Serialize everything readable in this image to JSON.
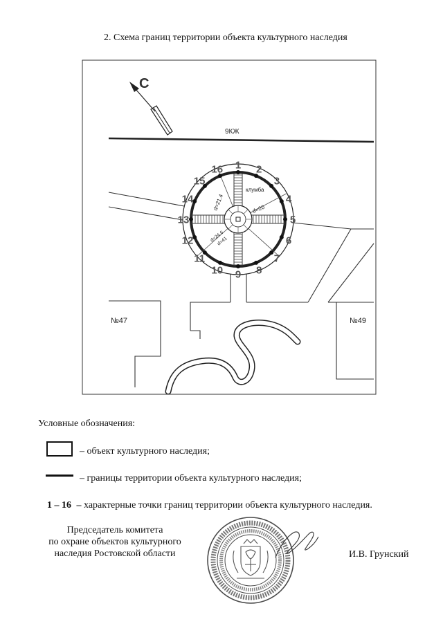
{
  "title": "2. Схема границ территории объекта культурного наследия",
  "map": {
    "north_label": "С",
    "road_label": "9КЖ",
    "flowerbed_label": "клумба",
    "diameters": [
      "d=21.4",
      "d=20",
      "d=24.6",
      "d=41"
    ],
    "building_left": "№47",
    "building_right": "№49",
    "boundary_points": [
      "1",
      "2",
      "3",
      "4",
      "5",
      "6",
      "7",
      "8",
      "9",
      "10",
      "11",
      "12",
      "13",
      "14",
      "15",
      "16"
    ]
  },
  "legend": {
    "heading": "Условные обозначения:",
    "object_text": "– объект культурного наследия;",
    "boundary_text": "– границы территории объекта культурного наследия;",
    "points_range": "1 – 16",
    "points_dash": "–",
    "points_text": "характерные точки границ территории объекта культурного наследия."
  },
  "signature": {
    "position_lines": [
      "Председатель комитета",
      "по охране объектов культурного",
      "наследия Ростовской области"
    ],
    "name": "И.В. Грунский"
  },
  "colors": {
    "ink": "#111111",
    "point_label": "#555555",
    "stamp": "#4a4a4a"
  }
}
